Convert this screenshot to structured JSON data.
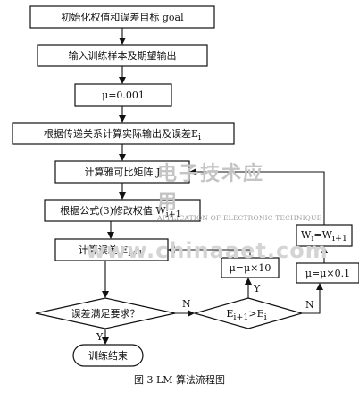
{
  "flowchart": {
    "init": "初始化权值和误差目标 goal",
    "input": "输入训练样本及期望输出",
    "mu_init": "μ=0.001",
    "compute_output": "根据传递关系计算实际输出及误差E",
    "compute_output_sub": "i",
    "jacobian": "计算雅可比矩阵 J",
    "modify_weights": "根据公式(3)修改权值 W",
    "modify_weights_sub": "i+1",
    "compute_error": "计算误差 E",
    "compute_error_sub": "i+1",
    "mu_times10": "μ=μ×10",
    "mu_times01": "μ=μ×0.1",
    "w_update_main": "W",
    "w_update_sub1": "i",
    "w_update_mid": "=W",
    "w_update_sub2": "i+1",
    "decision_error": "误差满足要求？",
    "decision_compare_main": "E",
    "decision_compare_sub1": "i+1",
    "decision_compare_mid": ">E",
    "decision_compare_sub2": "i",
    "label_N1": "N",
    "label_N2": "N",
    "label_Y1": "Y",
    "label_Y2": "Y",
    "end": "训练结束"
  },
  "watermark": {
    "cn": "电子技术应用",
    "en": "APPLICATION OF ELECTRONIC TECHNIQUE",
    "url": "www.chinaaet.com"
  },
  "caption": "图 3  LM 算法流程图"
}
